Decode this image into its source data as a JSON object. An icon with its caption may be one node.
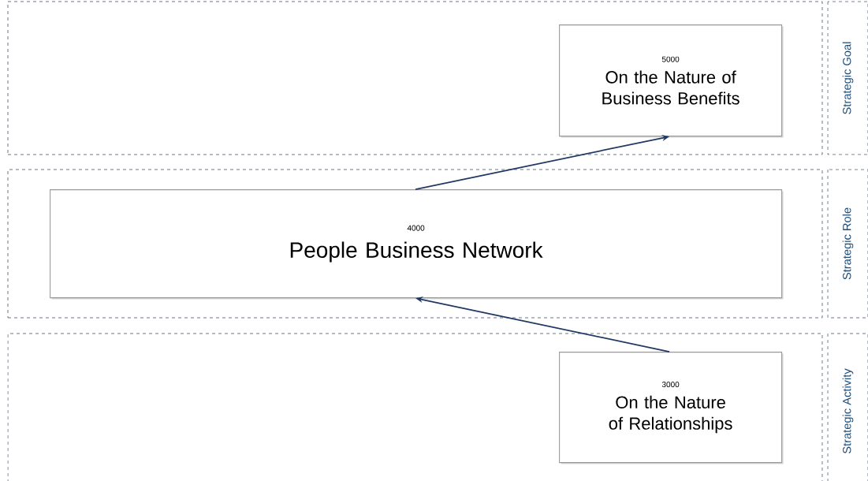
{
  "diagram": {
    "nodes": [
      {
        "text": [],
        "shape": "box"
      },
      {
        "text": [
          "5000",
          "On the Nature of Business Benefits"
        ],
        "in": 0
      },
      {
        "text": [
          "Strategic Goal"
        ]
      },
      {
        "text": [],
        "shape": "box"
      },
      {
        "text": [
          "4000",
          "People Business Network"
        ],
        "in": 3
      },
      {
        "text": [
          "Strategic Role"
        ]
      },
      {
        "text": [],
        "shape": "box"
      },
      {
        "text": [
          "3000",
          "On the Nature of Relationships"
        ],
        "in": 6
      },
      {
        "text": [
          "Strategic Activity"
        ]
      }
    ],
    "edges": [
      {
        "from": 4,
        "to": 1,
        "arrow": "to"
      },
      {
        "from": 7,
        "to": 4,
        "arrow": "to"
      }
    ]
  }
}
